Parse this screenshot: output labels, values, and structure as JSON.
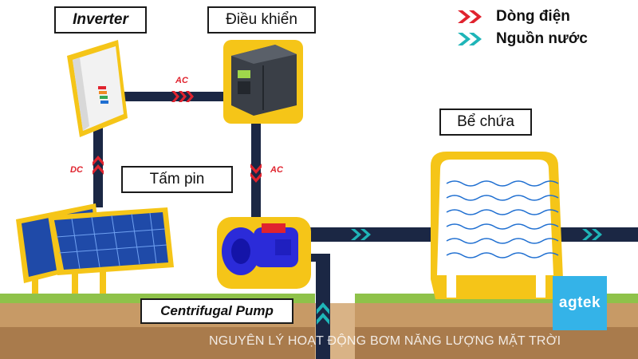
{
  "labels": {
    "inverter": "Inverter",
    "controller": "Điều khiển",
    "tank": "Bể chứa",
    "solar_panel": "Tấm pin",
    "pump": "Centrifugal Pump"
  },
  "legend": {
    "current": "Dòng điện",
    "water": "Nguồn nước"
  },
  "flow_tags": {
    "ac_top": "AC",
    "ac_side": "AC",
    "dc": "DC"
  },
  "title": "NGUYÊN LÝ HOẠT ĐỘNG BƠM NĂNG LƯỢNG MẶT TRỜI",
  "logo": "agtek",
  "colors": {
    "current_arrow": "#e0232e",
    "water_arrow": "#1fb5b8",
    "pipe": "#1b2744",
    "highlight": "#f5c518",
    "pump_body": "#2b2bd9",
    "grass": "#8fc24a",
    "soil": "#c79a66",
    "logo_bg": "#34b3e8"
  }
}
